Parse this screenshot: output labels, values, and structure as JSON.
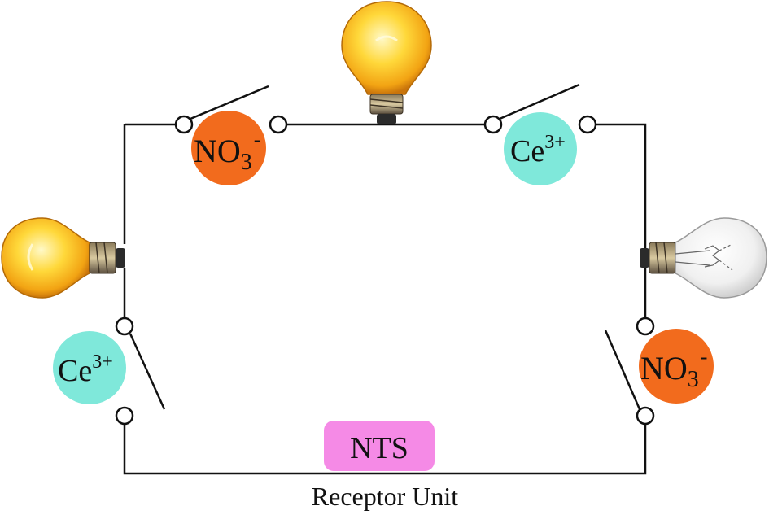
{
  "ions": {
    "nitrate_top": {
      "base": "NO",
      "sub": "3",
      "sup": "-"
    },
    "cerium_top": {
      "base": "Ce",
      "sup": "3+"
    },
    "cerium_left": {
      "base": "Ce",
      "sup": "3+"
    },
    "nitrate_right": {
      "base": "NO",
      "sub": "3",
      "sup": "-"
    }
  },
  "nts": {
    "label": "NTS"
  },
  "receptor": {
    "label": "Receptor Unit"
  },
  "bulbs": {
    "top": {
      "state": "on"
    },
    "left": {
      "state": "on"
    },
    "right": {
      "state": "off"
    }
  },
  "switches": {
    "top_left": {
      "state": "open"
    },
    "top_right": {
      "state": "open"
    },
    "left": {
      "state": "open"
    },
    "right": {
      "state": "open"
    }
  },
  "colors": {
    "nitrate": "#f26b1d",
    "cerium": "#7fe8da",
    "nts": "#f58ae6",
    "wire": "#111111",
    "bulb_glass_on": "#f6c21a",
    "bulb_glass_off": "#f2f2f2"
  }
}
